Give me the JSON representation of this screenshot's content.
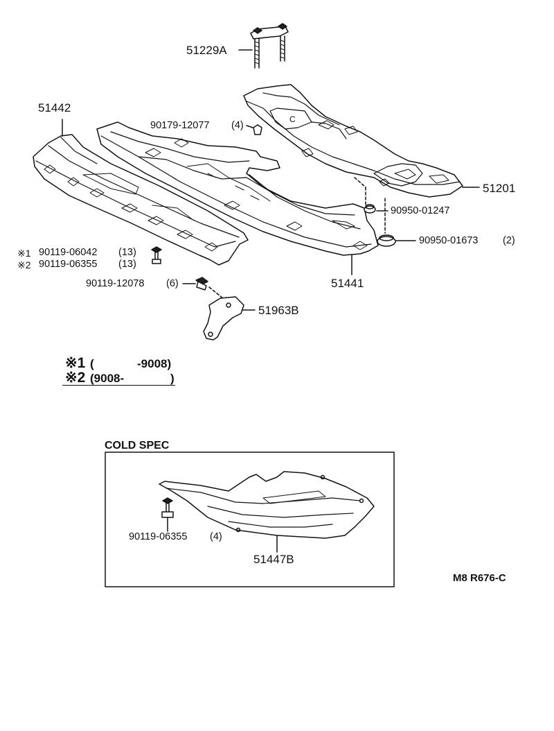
{
  "parts": {
    "p51229A": "51229A",
    "p51442": "51442",
    "p90179": "90179-12077",
    "p90179_qty": "(4)",
    "p51201": "51201",
    "p90950_01247": "90950-01247",
    "p90950_01673": "90950-01673",
    "p90950_01673_qty": "(2)",
    "p51441": "51441",
    "p90119_06042": "90119-06042",
    "p90119_06042_qty": "(13)",
    "p90119_06355": "90119-06355",
    "p90119_06355_qty": "(13)",
    "p90119_12078": "90119-12078",
    "p90119_12078_qty": "(6)",
    "p51963B": "51963B",
    "mark1": "※1",
    "mark2": "※2"
  },
  "notes": {
    "n1_mark": "※1",
    "n1_open": "(",
    "n1_range": "-9008)",
    "n2_mark": "※2",
    "n2_range": "(9008-",
    "n2_close": ")"
  },
  "cold_spec": {
    "title": "COLD SPEC",
    "bolt": "90119-06355",
    "bolt_qty": "(4)",
    "cover": "51447B"
  },
  "diagram_code": "M8 R676-C"
}
